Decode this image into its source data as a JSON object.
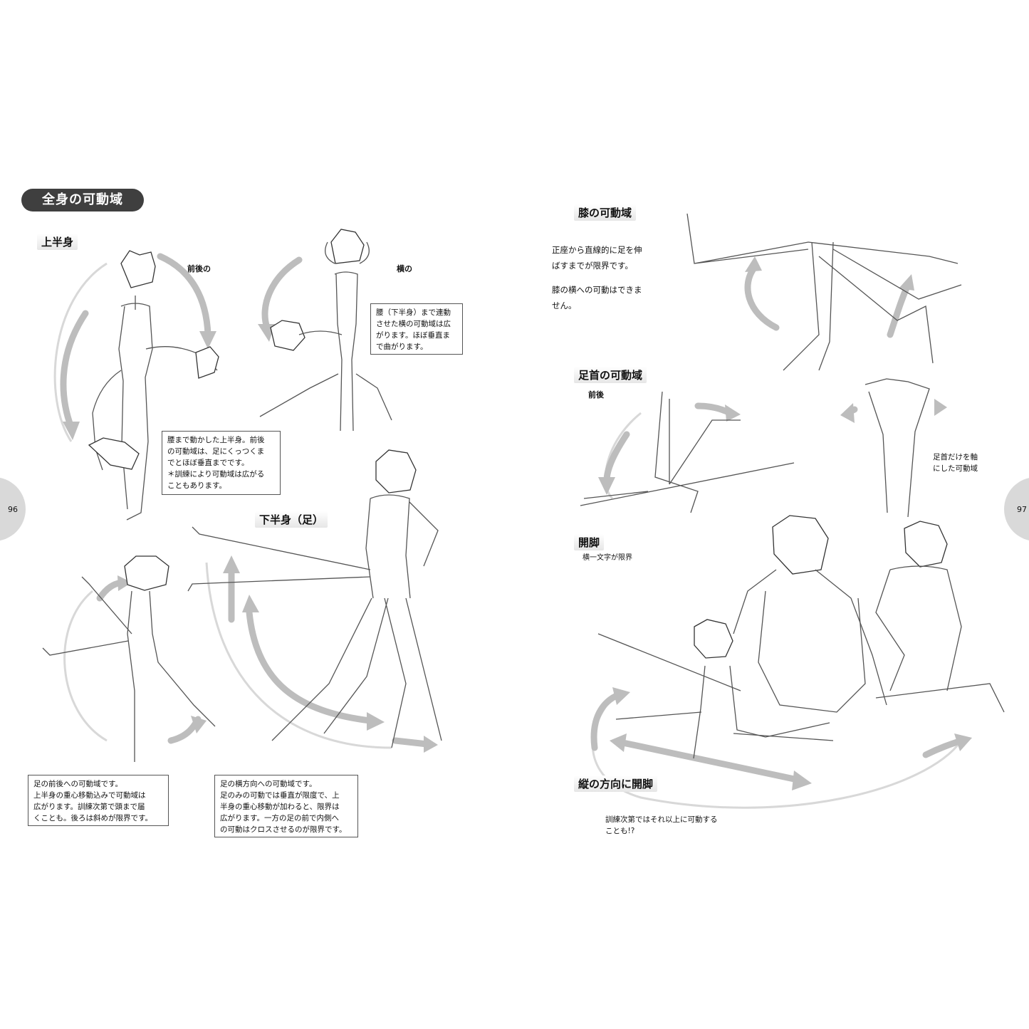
{
  "left_page": {
    "title": "全身の可動域",
    "upper_body": {
      "heading": "上半身",
      "front_back_label": "前後の",
      "side_label": "横の",
      "side_caption": "腰（下半身）まで連動\nさせた横の可動域は広\nがります。ほぼ垂直ま\nで曲がります。",
      "front_back_caption": "腰まで動かした上半身。前後\nの可動域は、足にくっつくま\nでとほぼ垂直までです。\n＊訓練により可動域は広がる\nこともあります。"
    },
    "lower_body": {
      "heading": "下半身（足）",
      "front_back_caption": "足の前後への可動域です。\n上半身の重心移動込みで可動域は\n広がります。訓練次第で頭まで届\nくことも。後ろは斜めが限界です。",
      "side_caption": "足の横方向への可動域です。\n足のみの可動では垂直が限度で、上\n半身の重心移動が加わると、限界は\n広がります。一方の足の前で内側へ\nの可動はクロスさせるのが限界です。"
    },
    "page_number": "96"
  },
  "right_page": {
    "knee": {
      "heading": "膝の可動域",
      "text_1": "正座から直線的に足を伸\nばすまでが限界です。",
      "text_2": "膝の横への可動はできま\nせん。"
    },
    "ankle": {
      "heading": "足首の可動域",
      "front_back_label": "前後",
      "side_caption": "足首だけを軸\nにした可動域"
    },
    "split": {
      "heading": "開脚",
      "sub_label": "横一文字が限界",
      "vertical_heading": "縦の方向に開脚",
      "note": "訓練次第ではそれ以上に可動する\nことも!?"
    },
    "page_number": "97"
  },
  "colors": {
    "title_bg": "#3f3f3f",
    "arrow": "#bdbdbd",
    "page_tab": "#d9d9d9"
  }
}
